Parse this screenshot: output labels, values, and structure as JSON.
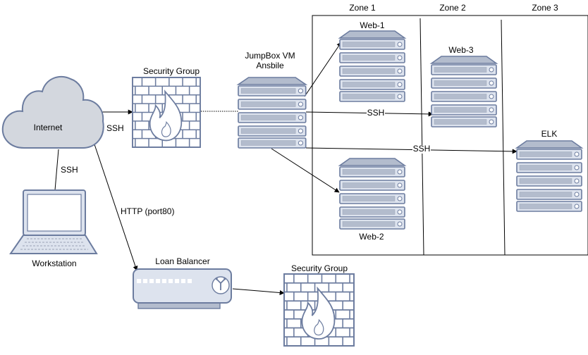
{
  "zones": [
    {
      "label": "Zone 1"
    },
    {
      "label": "Zone 2"
    },
    {
      "label": "Zone 3"
    }
  ],
  "nodes": {
    "internet": {
      "label": "Internet",
      "icon": "cloud-icon"
    },
    "workstation": {
      "label": "Workstation",
      "icon": "laptop-icon"
    },
    "security_group_top": {
      "label": "Security Group",
      "icon": "firewall-icon"
    },
    "security_group_bottom": {
      "label": "Security Group",
      "icon": "firewall-icon"
    },
    "jumpbox": {
      "label_line1": "JumpBox VM",
      "label_line2": "Ansbile",
      "icon": "server-icon"
    },
    "load_balancer": {
      "label": "Loan Balancer",
      "icon": "load-balancer-icon"
    },
    "web1": {
      "label": "Web-1",
      "icon": "server-icon"
    },
    "web2": {
      "label": "Web-2",
      "icon": "server-icon"
    },
    "web3": {
      "label": "Web-3",
      "icon": "server-icon"
    },
    "elk": {
      "label": "ELK",
      "icon": "server-icon"
    }
  },
  "edges": {
    "internet_to_sg": "SSH",
    "workstation_to_internet": "SSH",
    "internet_to_lb": "HTTP (port80)",
    "jumpbox_to_web3": "SSH",
    "jumpbox_to_elk": "SSH"
  },
  "colors": {
    "server_fill": "#dde3ee",
    "server_stroke": "#6c7c9f",
    "cloud_fill": "#d3d7de",
    "brick_stroke": "#6c7c9f",
    "flame_fill": "#ffffff"
  }
}
